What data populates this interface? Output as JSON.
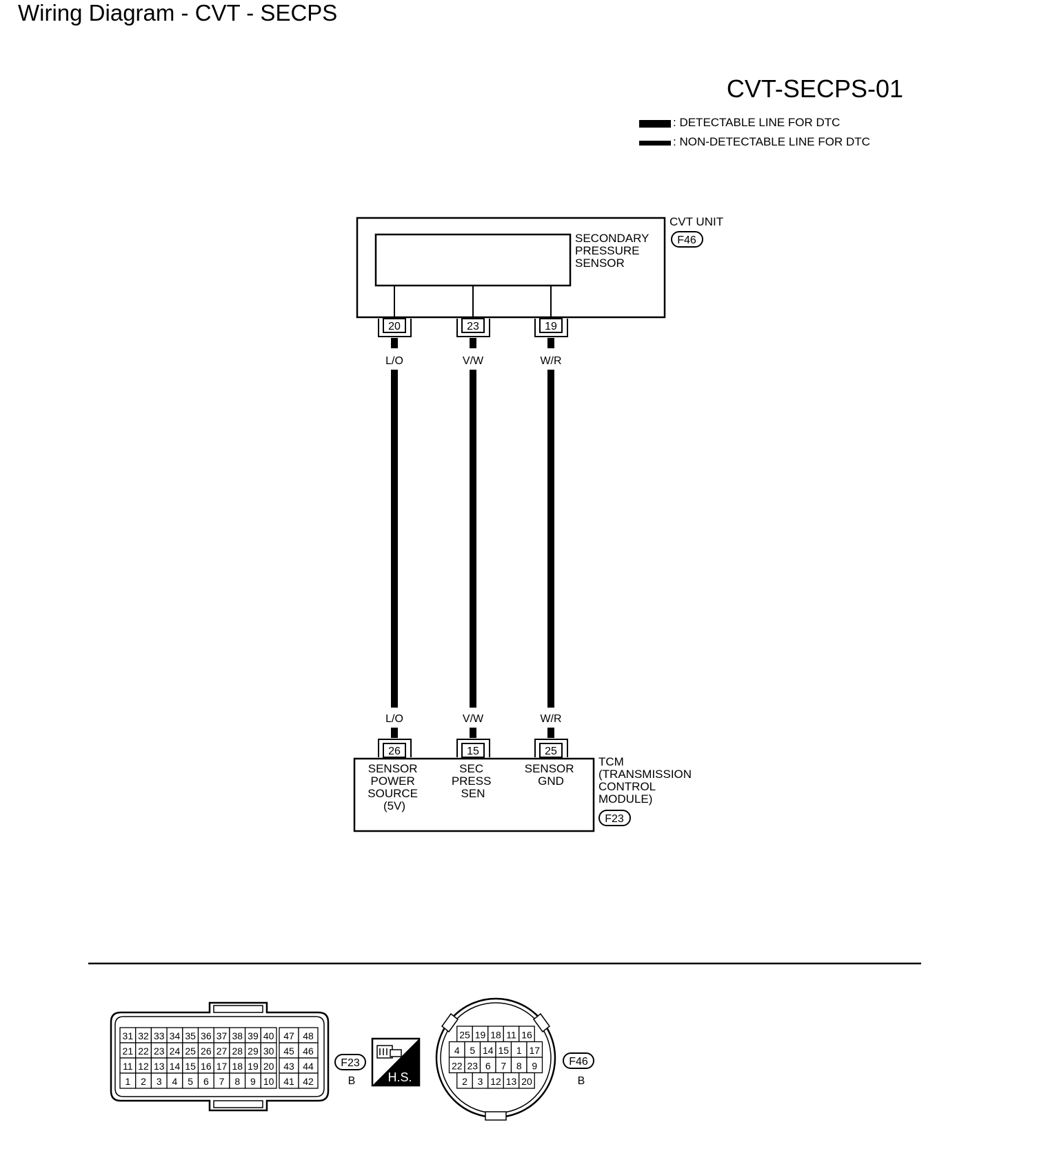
{
  "title": "Wiring Diagram - CVT - SECPS",
  "diagram_code": "CVT-SECPS-01",
  "legend": {
    "detectable": ": DETECTABLE LINE FOR DTC",
    "non_detectable": ": NON-DETECTABLE LINE FOR DTC"
  },
  "cvt_unit": {
    "name": "CVT UNIT",
    "connector": "F46",
    "sensor_lines": [
      "SECONDARY",
      "PRESSURE",
      "SENSOR"
    ],
    "terminals": [
      "20",
      "23",
      "19"
    ]
  },
  "wires": [
    {
      "color_code": "L/O",
      "from_terminal": "20",
      "to_terminal": "26",
      "line_type": "detectable"
    },
    {
      "color_code": "V/W",
      "from_terminal": "23",
      "to_terminal": "15",
      "line_type": "detectable"
    },
    {
      "color_code": "W/R",
      "from_terminal": "19",
      "to_terminal": "25",
      "line_type": "detectable"
    }
  ],
  "tcm": {
    "name_lines": [
      "TCM",
      "(TRANSMISSION",
      "CONTROL",
      "MODULE)"
    ],
    "connector": "F23",
    "terminals": [
      "26",
      "15",
      "25"
    ],
    "function_labels": [
      [
        "SENSOR",
        "POWER",
        "SOURCE",
        "(5V)"
      ],
      [
        "SEC",
        "PRESS",
        "SEN"
      ],
      [
        "SENSOR",
        "GND"
      ]
    ]
  },
  "connector_views": {
    "f23": {
      "id": "F23",
      "color": "B",
      "rows": [
        [
          "31",
          "32",
          "33",
          "34",
          "35",
          "36",
          "37",
          "38",
          "39",
          "40",
          "47",
          "48"
        ],
        [
          "21",
          "22",
          "23",
          "24",
          "25",
          "26",
          "27",
          "28",
          "29",
          "30",
          "45",
          "46"
        ],
        [
          "11",
          "12",
          "13",
          "14",
          "15",
          "16",
          "17",
          "18",
          "19",
          "20",
          "43",
          "44"
        ],
        [
          "1",
          "2",
          "3",
          "4",
          "5",
          "6",
          "7",
          "8",
          "9",
          "10",
          "41",
          "42"
        ]
      ]
    },
    "hs_label": "H.S.",
    "f46": {
      "id": "F46",
      "color": "B",
      "rows": [
        [
          "25",
          "19",
          "18",
          "11",
          "16"
        ],
        [
          "4",
          "5",
          "14",
          "15",
          "1",
          "17"
        ],
        [
          "22",
          "23",
          "6",
          "7",
          "8",
          "9"
        ],
        [
          "2",
          "3",
          "12",
          "13",
          "20"
        ]
      ]
    }
  }
}
